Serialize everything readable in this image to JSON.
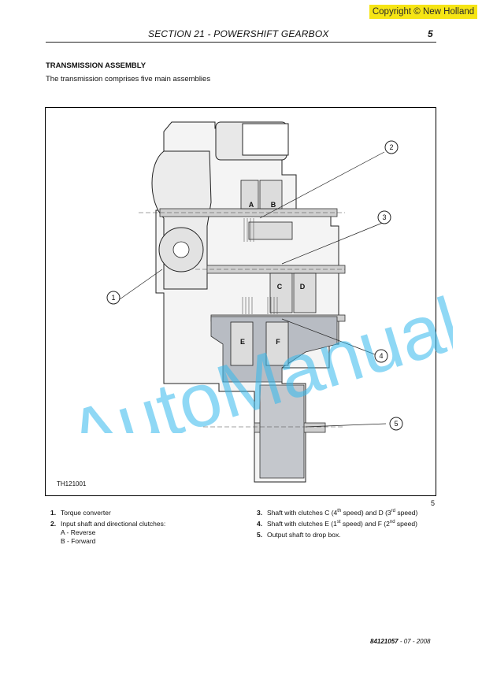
{
  "copyright": "Copyright © New Holland",
  "header": {
    "section_title": "SECTION 21 - POWERSHIFT GEARBOX",
    "page_number": "5"
  },
  "heading": "TRANSMISSION ASSEMBLY",
  "intro": "The transmission comprises five main assemblies",
  "figure": {
    "code": "TH121001",
    "number": "5",
    "callouts": [
      "1",
      "2",
      "3",
      "4",
      "5"
    ],
    "clutch_letters": [
      "A",
      "B",
      "C",
      "D",
      "E",
      "F"
    ],
    "watermark": "AutoManual"
  },
  "legend": {
    "item1": {
      "num": "1.",
      "text": "Torque converter"
    },
    "item2": {
      "num": "2.",
      "text": "Input shaft and directional clutches:",
      "sub_a": "A - Reverse",
      "sub_b": "B - Forward"
    },
    "item3": {
      "num": "3.",
      "pre": "Shaft with clutches C (4",
      "sup1": "th",
      "mid": " speed) and D (3",
      "sup2": "rd",
      "post": " speed)"
    },
    "item4": {
      "num": "4.",
      "pre": "Shaft with clutches E (1",
      "sup1": "st",
      "mid": " speed) and F (2",
      "sup2": "nd",
      "post": " speed)"
    },
    "item5": {
      "num": "5.",
      "text": "Output shaft to drop box."
    }
  },
  "footer": {
    "doc_number": "84121057",
    "date": " - 07 - 2008"
  }
}
